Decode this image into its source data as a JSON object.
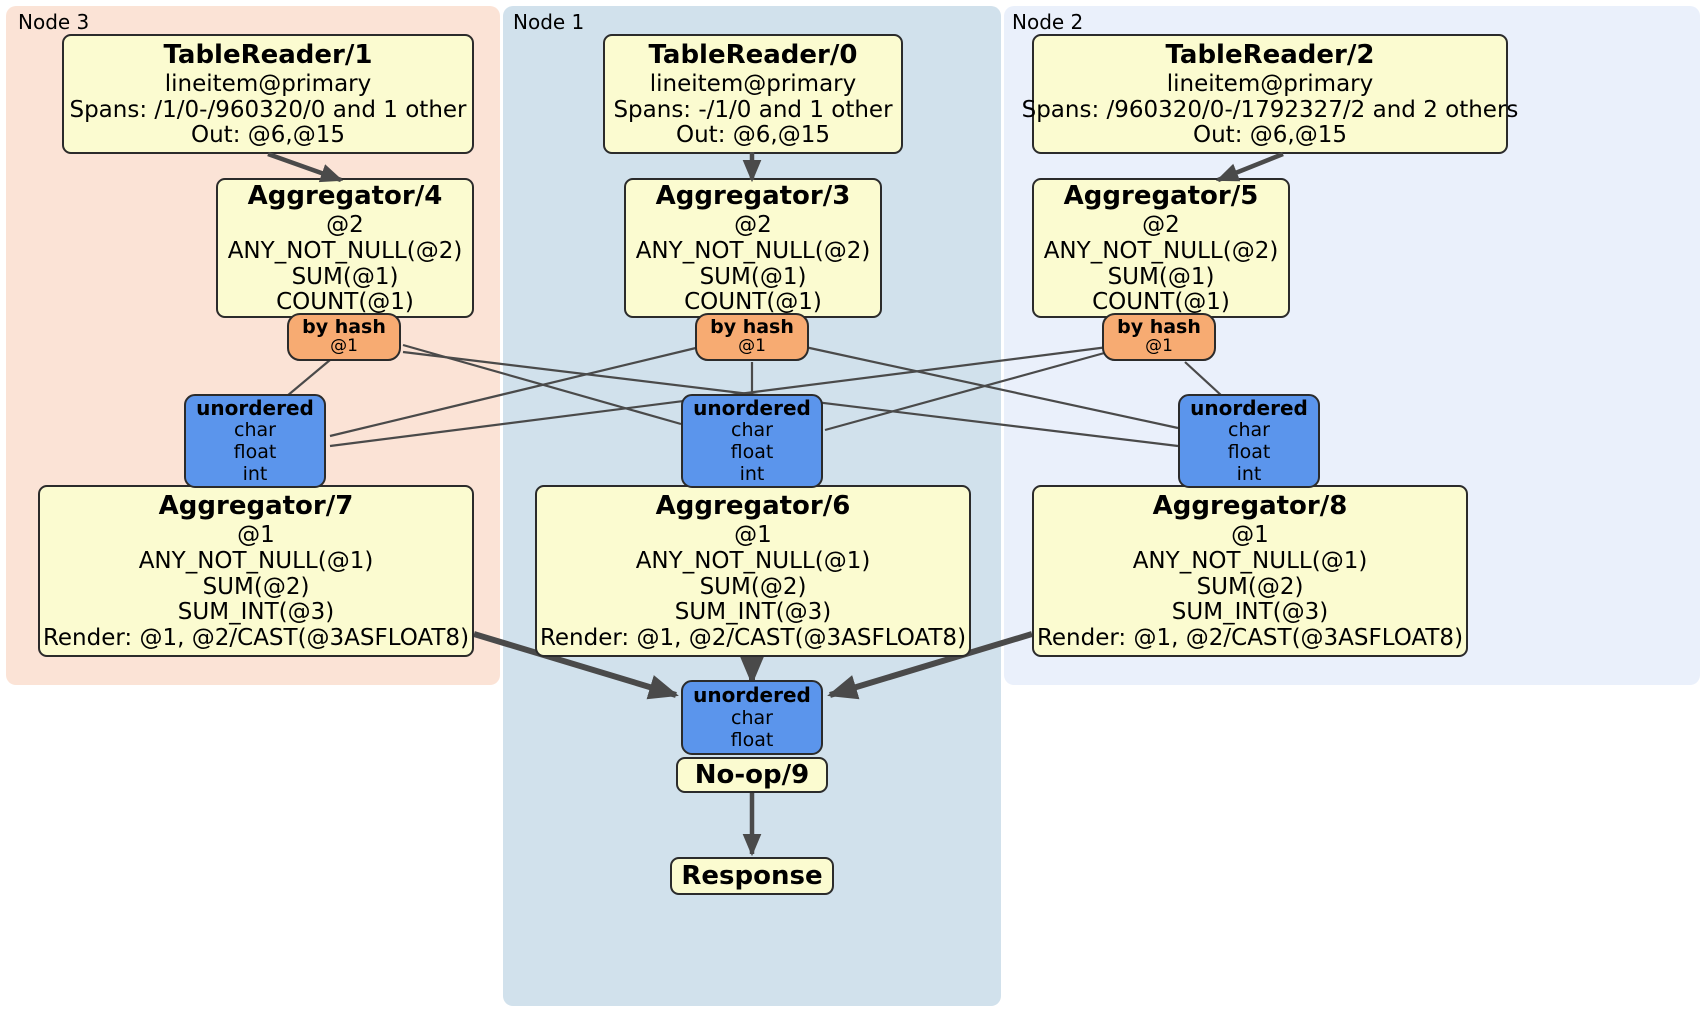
{
  "diagram": {
    "title": "Distributed query plan",
    "colors": {
      "node3_panel": "#fbe3d6",
      "node1_panel": "#d1e1ec",
      "node2_panel": "#eaf0fb",
      "processor_fill": "#fbfbd0",
      "router_fill": "#f7ab72",
      "input_sync_fill": "#5b95ec",
      "edge": "#4a4a4a",
      "border": "#2b2b2b"
    }
  },
  "clusters": [
    {
      "id": "node3",
      "label": "Node 3"
    },
    {
      "id": "node1",
      "label": "Node 1"
    },
    {
      "id": "node2",
      "label": "Node 2"
    }
  ],
  "processors": {
    "tablereader1": {
      "title": "TableReader/1",
      "lines": [
        "lineitem@primary",
        "Spans: /1/0-/960320/0 and 1 other",
        "Out: @6,@15"
      ]
    },
    "tablereader0": {
      "title": "TableReader/0",
      "lines": [
        "lineitem@primary",
        "Spans: -/1/0 and 1 other",
        "Out: @6,@15"
      ]
    },
    "tablereader2": {
      "title": "TableReader/2",
      "lines": [
        "lineitem@primary",
        "Spans: /960320/0-/1792327/2 and 2 others",
        "Out: @6,@15"
      ]
    },
    "aggregator4": {
      "title": "Aggregator/4",
      "lines": [
        "@2",
        "ANY_NOT_NULL(@2)",
        "SUM(@1)",
        "COUNT(@1)"
      ]
    },
    "aggregator3": {
      "title": "Aggregator/3",
      "lines": [
        "@2",
        "ANY_NOT_NULL(@2)",
        "SUM(@1)",
        "COUNT(@1)"
      ]
    },
    "aggregator5": {
      "title": "Aggregator/5",
      "lines": [
        "@2",
        "ANY_NOT_NULL(@2)",
        "SUM(@1)",
        "COUNT(@1)"
      ]
    },
    "aggregator7": {
      "title": "Aggregator/7",
      "lines": [
        "@1",
        "ANY_NOT_NULL(@1)",
        "SUM(@2)",
        "SUM_INT(@3)",
        "Render: @1, @2/CAST(@3ASFLOAT8)"
      ]
    },
    "aggregator6": {
      "title": "Aggregator/6",
      "lines": [
        "@1",
        "ANY_NOT_NULL(@1)",
        "SUM(@2)",
        "SUM_INT(@3)",
        "Render: @1, @2/CAST(@3ASFLOAT8)"
      ]
    },
    "aggregator8": {
      "title": "Aggregator/8",
      "lines": [
        "@1",
        "ANY_NOT_NULL(@1)",
        "SUM(@2)",
        "SUM_INT(@3)",
        "Render: @1, @2/CAST(@3ASFLOAT8)"
      ]
    },
    "noop9": {
      "title": "No-op/9",
      "lines": []
    },
    "response": {
      "title": "Response",
      "lines": []
    }
  },
  "routers": {
    "byhash_left": {
      "title": "by hash",
      "line": "@1"
    },
    "byhash_center": {
      "title": "by hash",
      "line": "@1"
    },
    "byhash_right": {
      "title": "by hash",
      "line": "@1"
    }
  },
  "input_syncs": {
    "unordered_left": {
      "title": "unordered",
      "lines": [
        "char",
        "float",
        "int"
      ]
    },
    "unordered_center": {
      "title": "unordered",
      "lines": [
        "char",
        "float",
        "int"
      ]
    },
    "unordered_right": {
      "title": "unordered",
      "lines": [
        "char",
        "float",
        "int"
      ]
    },
    "unordered_final": {
      "title": "unordered",
      "lines": [
        "char",
        "float"
      ]
    }
  }
}
